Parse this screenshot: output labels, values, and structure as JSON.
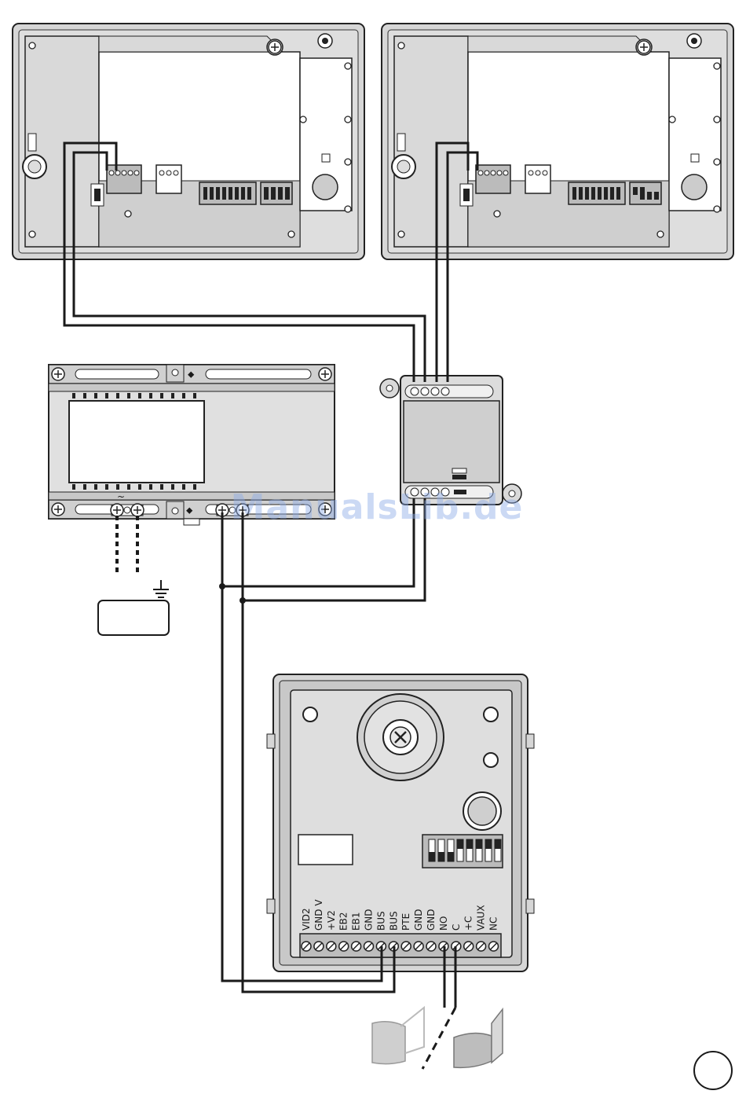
{
  "watermark": "ManualsLib.de",
  "terminal_labels": [
    "VID2",
    "GND V",
    "+V2",
    "EB2",
    "EB1",
    "GND",
    "BUS",
    "BUS",
    "PTE",
    "GND",
    "GND",
    "NO",
    "C",
    "+C",
    "VAUX",
    "NC"
  ],
  "power_symbol": "~",
  "colors": {
    "panel": "#d9d9d9",
    "panel_dark": "#bdbdbd",
    "wire": "#1a1a1a",
    "watermark": "#8caae6"
  },
  "components": [
    "monitor-1",
    "monitor-2",
    "power-supply",
    "distributor",
    "door-station",
    "door-lock"
  ]
}
